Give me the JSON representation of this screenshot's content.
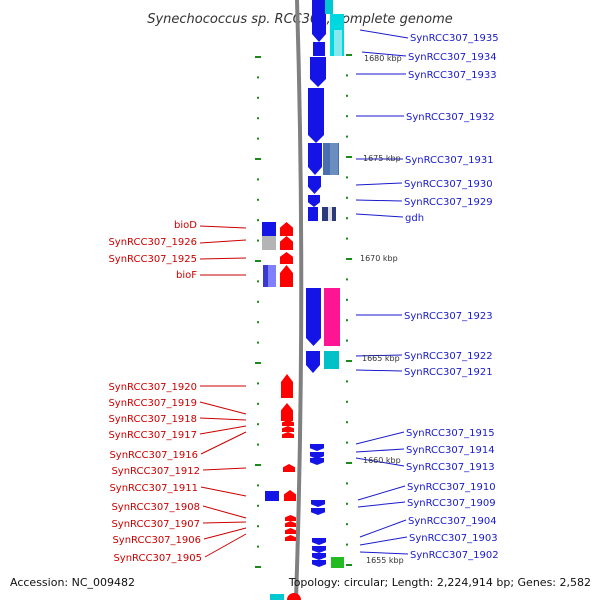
{
  "title": "Synechococcus sp. RCC307, complete genome",
  "footer": {
    "accession": "Accession: NC_009482",
    "summary": "Topology: circular; Length: 2,224,914 bp; Genes: 2,582"
  },
  "colors": {
    "forward_label": "#1a1acc",
    "reverse_label": "#cc0000",
    "backbone": "#808080",
    "tick": "#1a8a1a",
    "forward_gene": "#1414e6",
    "reverse_gene": "#ff0000"
  },
  "ruler_labels": [
    "1680 kbp",
    "1675 kbp",
    "1670 kbp",
    "1665 kbp",
    "1660 kbp",
    "1655 kbp"
  ],
  "forward_labels": [
    "SynRCC307_1935",
    "SynRCC307_1934",
    "SynRCC307_1933",
    "SynRCC307_1932",
    "SynRCC307_1931",
    "SynRCC307_1930",
    "SynRCC307_1929",
    "gdh",
    "SynRCC307_1923",
    "SynRCC307_1922",
    "SynRCC307_1921",
    "SynRCC307_1915",
    "SynRCC307_1914",
    "SynRCC307_1913",
    "SynRCC307_1910",
    "SynRCC307_1909",
    "SynRCC307_1904",
    "SynRCC307_1903",
    "SynRCC307_1902"
  ],
  "reverse_labels": [
    "bioD",
    "SynRCC307_1926",
    "SynRCC307_1925",
    "bioF",
    "SynRCC307_1920",
    "SynRCC307_1919",
    "SynRCC307_1918",
    "SynRCC307_1917",
    "SynRCC307_1916",
    "SynRCC307_1912",
    "SynRCC307_1911",
    "SynRCC307_1908",
    "SynRCC307_1907",
    "SynRCC307_1906",
    "SynRCC307_1905"
  ]
}
